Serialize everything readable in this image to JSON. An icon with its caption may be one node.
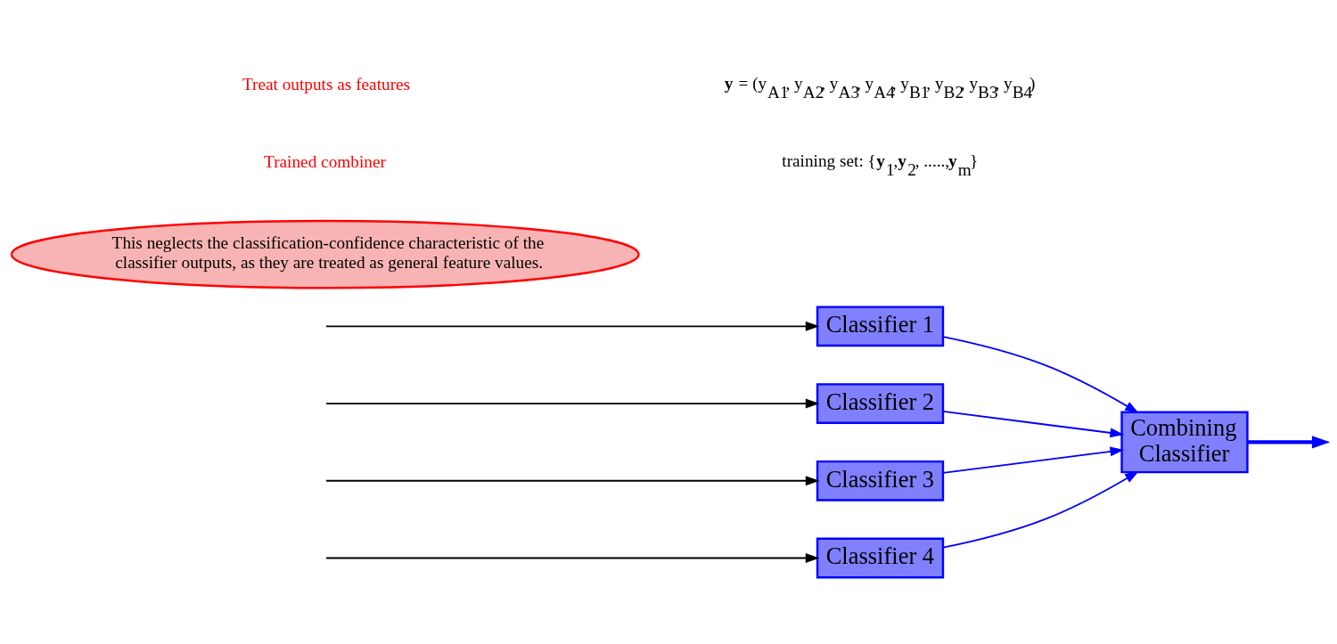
{
  "diagram": {
    "nodes": [
      {
        "text": [
          "Classifier 1"
        ]
      },
      {
        "text": [
          "Classifier 2"
        ]
      },
      {
        "text": [
          "Classifier 3"
        ]
      },
      {
        "text": [
          "Classifier 4"
        ]
      },
      {
        "text": [
          "Combining Classifier"
        ]
      },
      {
        "text": [
          "This neglects the classification-confidence characteristic of the classifier outputs, as they are treated as general feature values."
        ]
      }
    ],
    "edges": [
      {
        "from": null,
        "to": 0,
        "arrow": "to",
        "color": "#000000"
      },
      {
        "from": null,
        "to": 1,
        "arrow": "to",
        "color": "#000000"
      },
      {
        "from": null,
        "to": 2,
        "arrow": "to",
        "color": "#000000"
      },
      {
        "from": null,
        "to": 3,
        "arrow": "to",
        "color": "#000000"
      },
      {
        "from": 0,
        "to": 4,
        "arrow": "to"
      },
      {
        "from": 1,
        "to": 4,
        "arrow": "to"
      },
      {
        "from": 2,
        "to": 4,
        "arrow": "to"
      },
      {
        "from": 3,
        "to": 4,
        "arrow": "to"
      },
      {
        "from": 4,
        "to": null,
        "arrow": "to",
        "style": "thick"
      }
    ],
    "labels": [
      "Treat outputs as features",
      "**y** = (y$_{A1}$, y$_{A2}$, y$_{A3}$, y$_{A4}$, y$_{B1}$, y$_{B2}$, y$_{B3}$, y$_{B4}$)",
      "Trained combiner",
      "training set: {**y**$_{1}$,**y**$_{2}$, .....,**y**$_{m}$}"
    ]
  }
}
